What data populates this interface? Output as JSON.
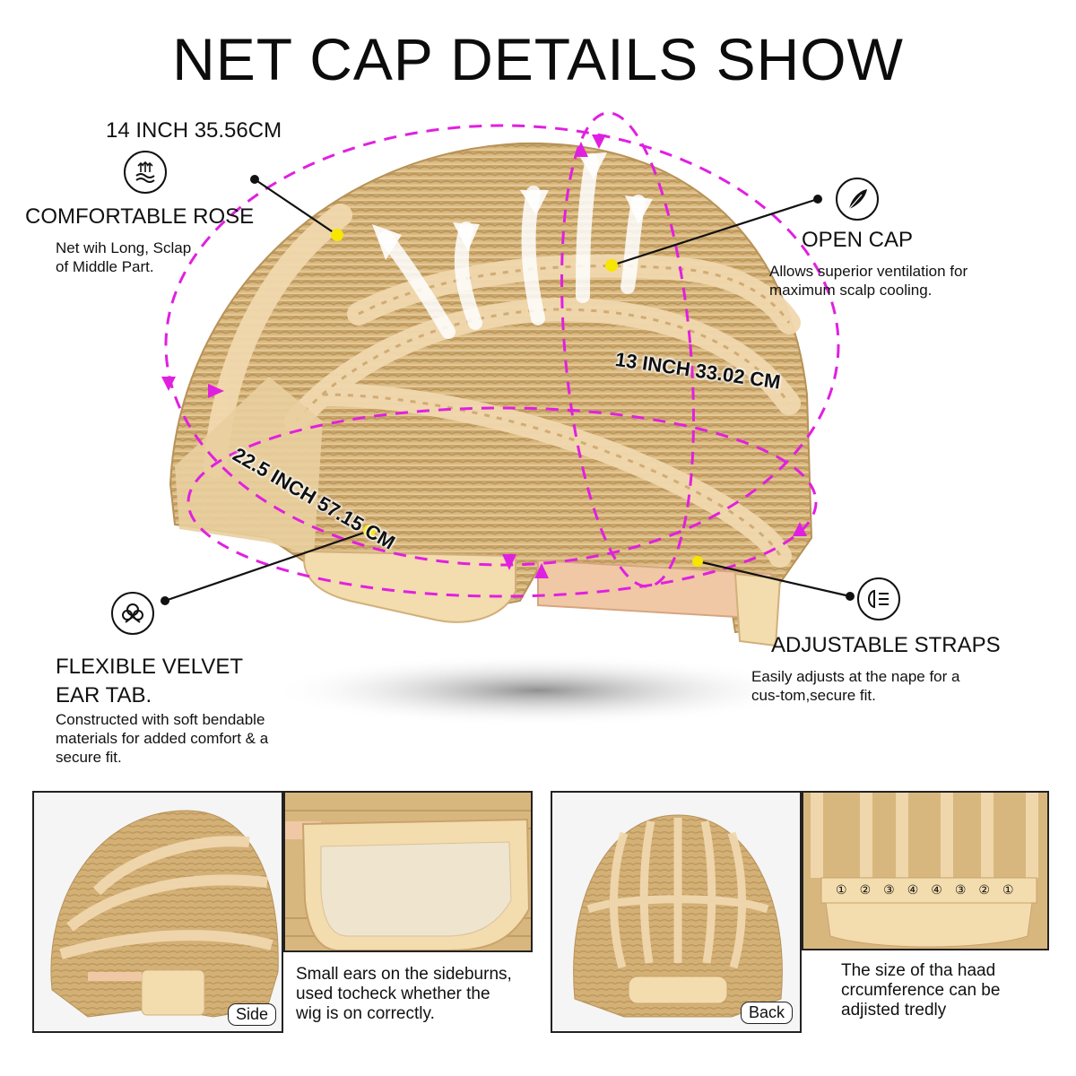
{
  "title": "NET CAP DETAILS SHOW",
  "measurements": {
    "top": "14 INCH 35.56CM",
    "front_back": "13 INCH 33.02 CM",
    "circumference": "22.5 INCH 57.15 CM"
  },
  "features": [
    {
      "icon": "breathable-icon",
      "title": "COMFORTABLE ROSE",
      "desc_lines": [
        "Net wih Long, Sclap",
        "of Middle Part."
      ]
    },
    {
      "icon": "feather-icon",
      "title": "OPEN CAP",
      "desc_lines": [
        "Allows superior ventilation for",
        "maximum scalp cooling."
      ]
    },
    {
      "icon": "cotton-icon",
      "title_lines": [
        "FLEXIBLE VELVET",
        "EAR TAB."
      ],
      "desc_lines": [
        "Constructed with soft bendable",
        "materials for added comfort & a",
        "secure fit."
      ]
    },
    {
      "icon": "strap-icon",
      "title": "ADJUSTABLE STRAPS",
      "desc_lines": [
        "Easily adjusts at the nape for a",
        "cus-tom,secure fit."
      ]
    }
  ],
  "bottom": {
    "side_label": "Side",
    "back_label": "Back",
    "side_caption": [
      "Small ears on the sideburns,",
      "used tocheck whether the",
      "wig is on correctly."
    ],
    "back_caption": [
      "The size of tha haad",
      "crcumference can be",
      "adjisted tredly"
    ],
    "strap_numbers": [
      "①",
      "②",
      "③",
      "④",
      "④",
      "③",
      "②",
      "①"
    ]
  },
  "colors": {
    "accent_magenta": "#e020e0",
    "dot_yellow": "#f7e600",
    "hair": "#c9a66b",
    "lace": "#f0d3a6"
  }
}
